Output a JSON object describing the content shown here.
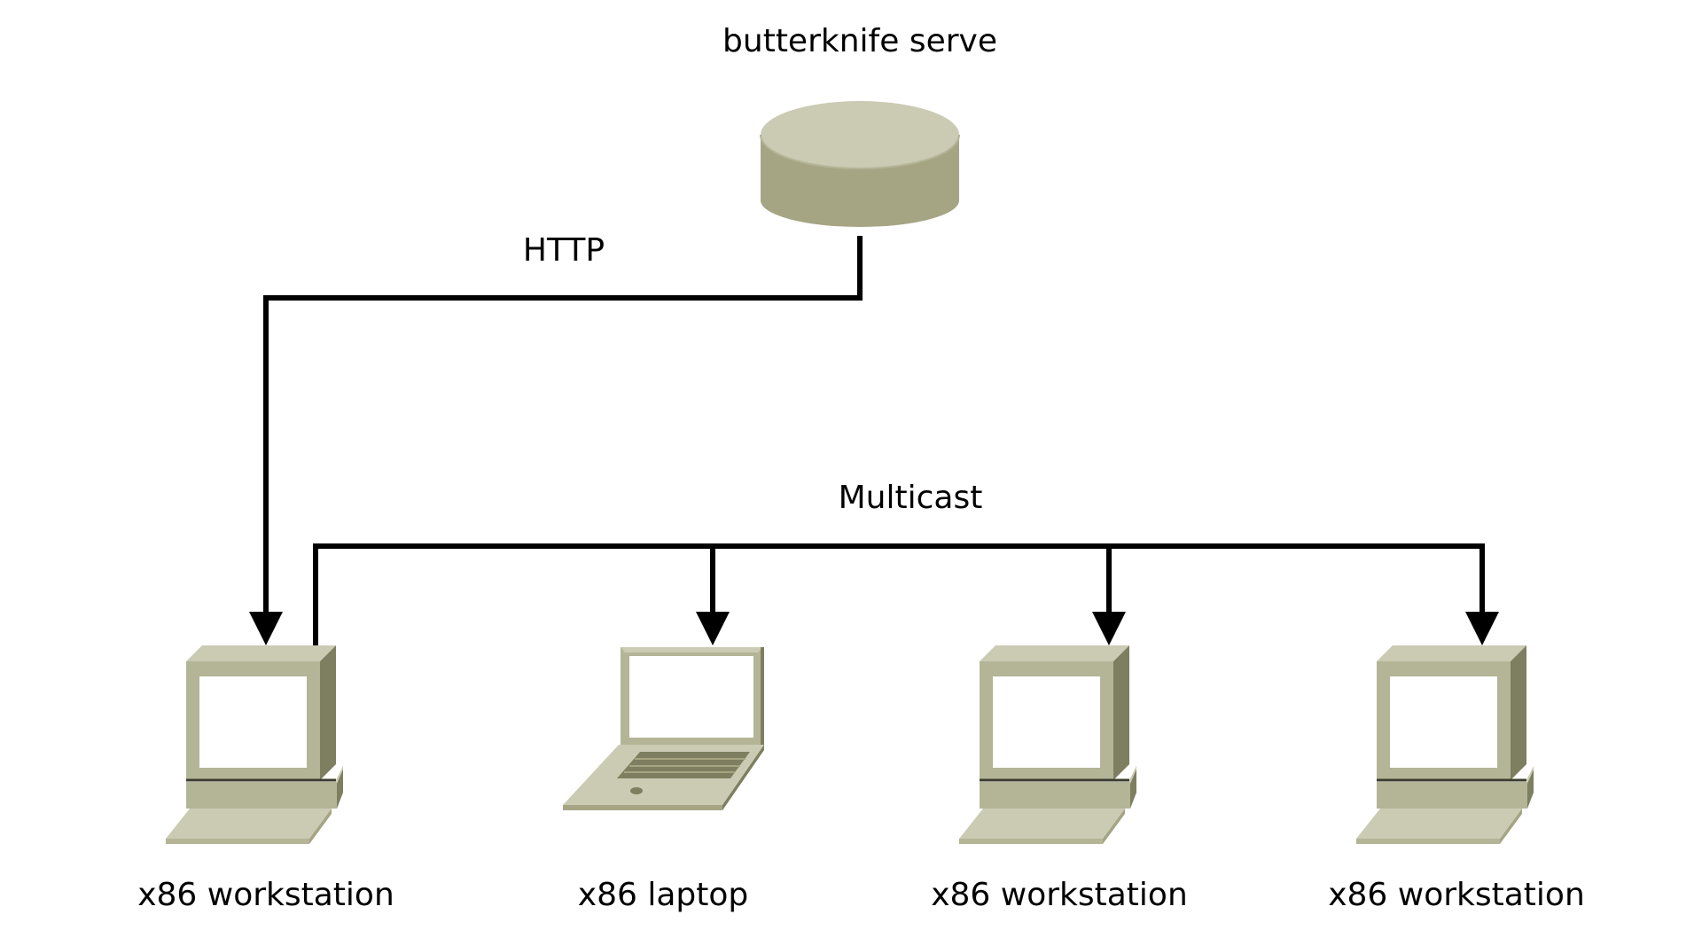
{
  "server": {
    "label": "butterknife serve",
    "icon": "database-cylinder-icon"
  },
  "links": {
    "http_label": "HTTP",
    "multicast_label": "Multicast"
  },
  "nodes": [
    {
      "label": "x86 workstation",
      "icon": "desktop-computer-icon"
    },
    {
      "label": "x86 laptop",
      "icon": "laptop-icon"
    },
    {
      "label": "x86 workstation",
      "icon": "desktop-computer-icon"
    },
    {
      "label": "x86 workstation",
      "icon": "desktop-computer-icon"
    }
  ],
  "colors": {
    "device_light": "#cbcbb4",
    "device_mid": "#b4b497",
    "device_body": "#a5a584",
    "device_dark": "#7e7e60",
    "screen": "#ffffff",
    "line": "#000000"
  }
}
